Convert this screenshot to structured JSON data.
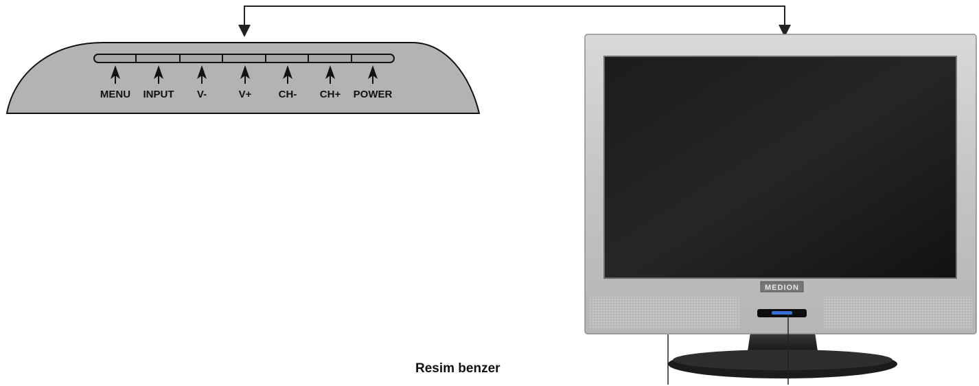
{
  "buttons": [
    "MENU",
    "INPUT",
    "V-",
    "V+",
    "CH-",
    "CH+",
    "POWER"
  ],
  "tv": {
    "brand": "MEDION"
  },
  "caption": "Resim benzer",
  "colors": {
    "panel": "#b3b3b3",
    "bezel": "#c9c9c9",
    "screen": "#141414",
    "lines": "#222222"
  }
}
